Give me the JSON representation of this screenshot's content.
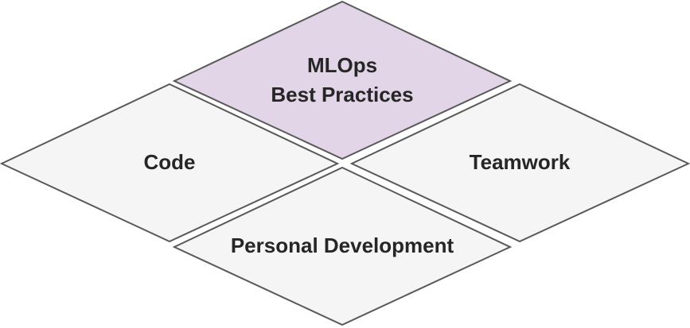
{
  "diagram": {
    "tiles": {
      "top": {
        "lines": [
          "MLOps",
          "Best Practices"
        ],
        "fill": "#e1d5e7"
      },
      "left": {
        "lines": [
          "Code"
        ],
        "fill": "#f5f5f5"
      },
      "right": {
        "lines": [
          "Teamwork"
        ],
        "fill": "#f5f5f5"
      },
      "bottom": {
        "lines": [
          "Personal Development"
        ],
        "fill": "#f5f5f5"
      }
    },
    "stroke_color": "#595959",
    "text_color": "#262626"
  }
}
